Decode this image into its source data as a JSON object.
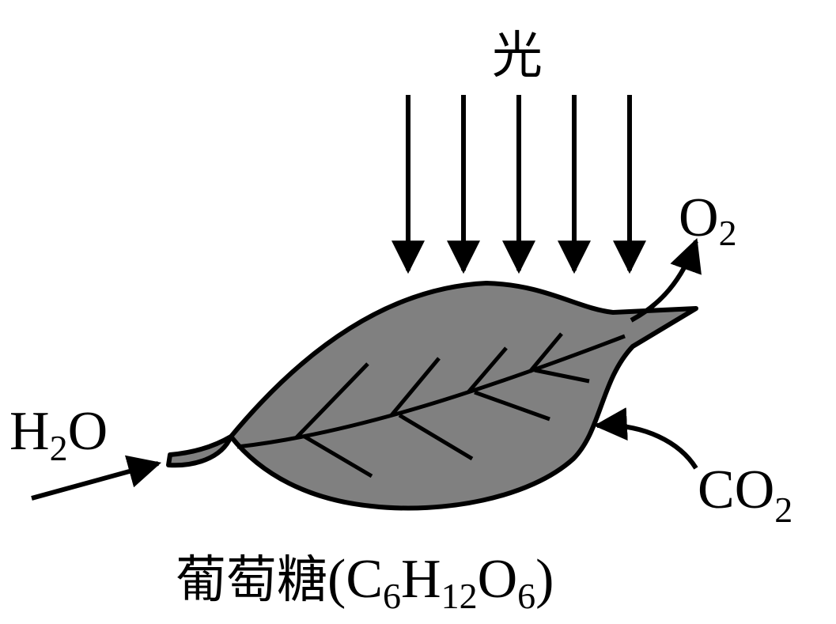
{
  "labels": {
    "light": "光",
    "oxygen": {
      "main": "O",
      "sub": "2"
    },
    "water": {
      "part1": "H",
      "sub": "2",
      "part2": "O"
    },
    "carbon_dioxide": {
      "main": "CO",
      "sub": "2"
    },
    "glucose": {
      "name": "葡萄糖",
      "open": "(",
      "c": "C",
      "c_sub": "6",
      "h": "H",
      "h_sub": "12",
      "o": "O",
      "o_sub": "6",
      "close": ")"
    }
  },
  "colors": {
    "leaf_fill": "#808080",
    "stroke": "#000000",
    "background": "#ffffff"
  }
}
